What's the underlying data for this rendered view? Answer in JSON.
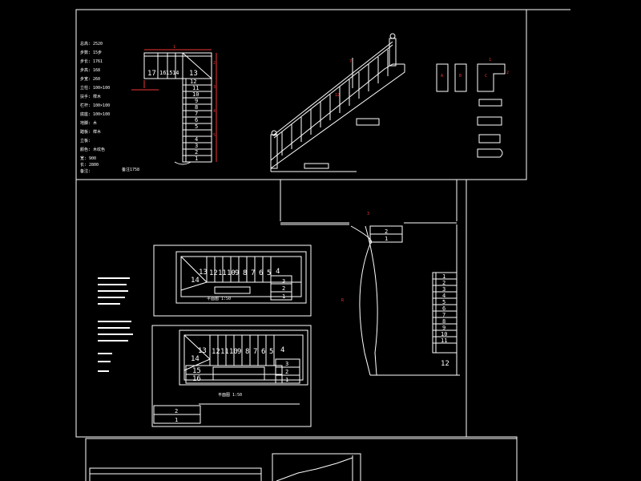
{
  "title_block": {
    "rows": [
      "总高: 2520",
      "步数: 15步",
      "步长: 1761",
      "步高: 168",
      "步宽: 260",
      "立柱: 100×100",
      "扶手: 榉木",
      "栏杆: 100×100",
      "底座: 100×100",
      "地脚: 木",
      "踏板: 榉木",
      "立板:",
      "颜色: 木纹色",
      "宽: 900",
      "长: 2800",
      "备注:"
    ],
    "note": "备注1758"
  },
  "plan_top": {
    "top_steps": [
      "17",
      "16",
      "15",
      "14",
      "13"
    ],
    "side_steps": [
      "12",
      "11",
      "10",
      "9",
      "8",
      "7",
      "6",
      "5",
      "4",
      "3",
      "2",
      "1"
    ]
  },
  "mid_plan_a": {
    "steps": [
      "13",
      "12",
      "11",
      "10",
      "9",
      "8",
      "7",
      "6",
      "5",
      "4"
    ],
    "landing": "14",
    "right_steps": [
      "3",
      "2",
      "1"
    ],
    "caption": "平面图 1:50"
  },
  "mid_plan_b": {
    "steps": [
      "13",
      "12",
      "11",
      "10",
      "9",
      "8",
      "7",
      "6",
      "5",
      "4"
    ],
    "landing": "14",
    "lower": [
      "15",
      "16"
    ],
    "right_steps": [
      "3",
      "2",
      "1"
    ],
    "caption": "平面图 1:50",
    "bottom_table": [
      "2",
      "1"
    ]
  },
  "curved_plan": {
    "top_table": [
      "2",
      "1"
    ],
    "right_steps": [
      "1",
      "2",
      "3",
      "4",
      "5",
      "6",
      "7",
      "8",
      "9",
      "10",
      "11"
    ],
    "bottom": "12"
  }
}
